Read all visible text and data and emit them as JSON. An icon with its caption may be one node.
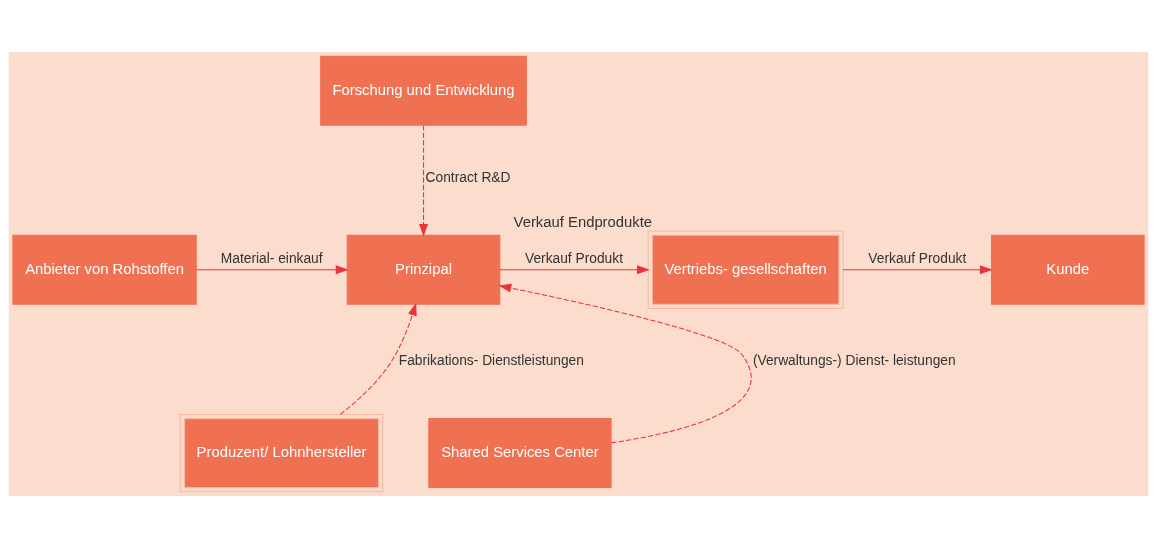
{
  "diagram": {
    "nodes": [
      {
        "text": [
          "Forschung und Entwicklung"
        ]
      },
      {
        "text": [
          "Anbieter von Rohstoffen"
        ]
      },
      {
        "text": [
          "Prinzipal"
        ]
      },
      {
        "text": [
          "Vertriebs- gesellschaften"
        ],
        "beside": [
          "Verkauf Endprodukte"
        ]
      },
      {
        "text": [
          "Kunde"
        ]
      },
      {
        "text": [
          "Produzent/ Lohnhersteller"
        ]
      },
      {
        "text": [
          "Shared Services Center"
        ]
      }
    ],
    "edges": [
      {
        "from": 0,
        "to": 2,
        "arrow": "to",
        "label": "Contract R&D",
        "style": "dashed"
      },
      {
        "from": 1,
        "to": 2,
        "arrow": "to",
        "label": "Material- einkauf"
      },
      {
        "from": 2,
        "to": 3,
        "arrow": "to",
        "label": "Verkauf Produkt"
      },
      {
        "from": 3,
        "to": 4,
        "arrow": "to",
        "label": "Verkauf Produkt"
      },
      {
        "from": 5,
        "to": 2,
        "arrow": "to",
        "label": "Fabrikations- Dienstleistungen",
        "style": "dashed"
      },
      {
        "from": 6,
        "to": 2,
        "arrow": "to",
        "label": "(Verwaltungs-) Dienst- leistungen",
        "style": "dashed"
      }
    ]
  }
}
